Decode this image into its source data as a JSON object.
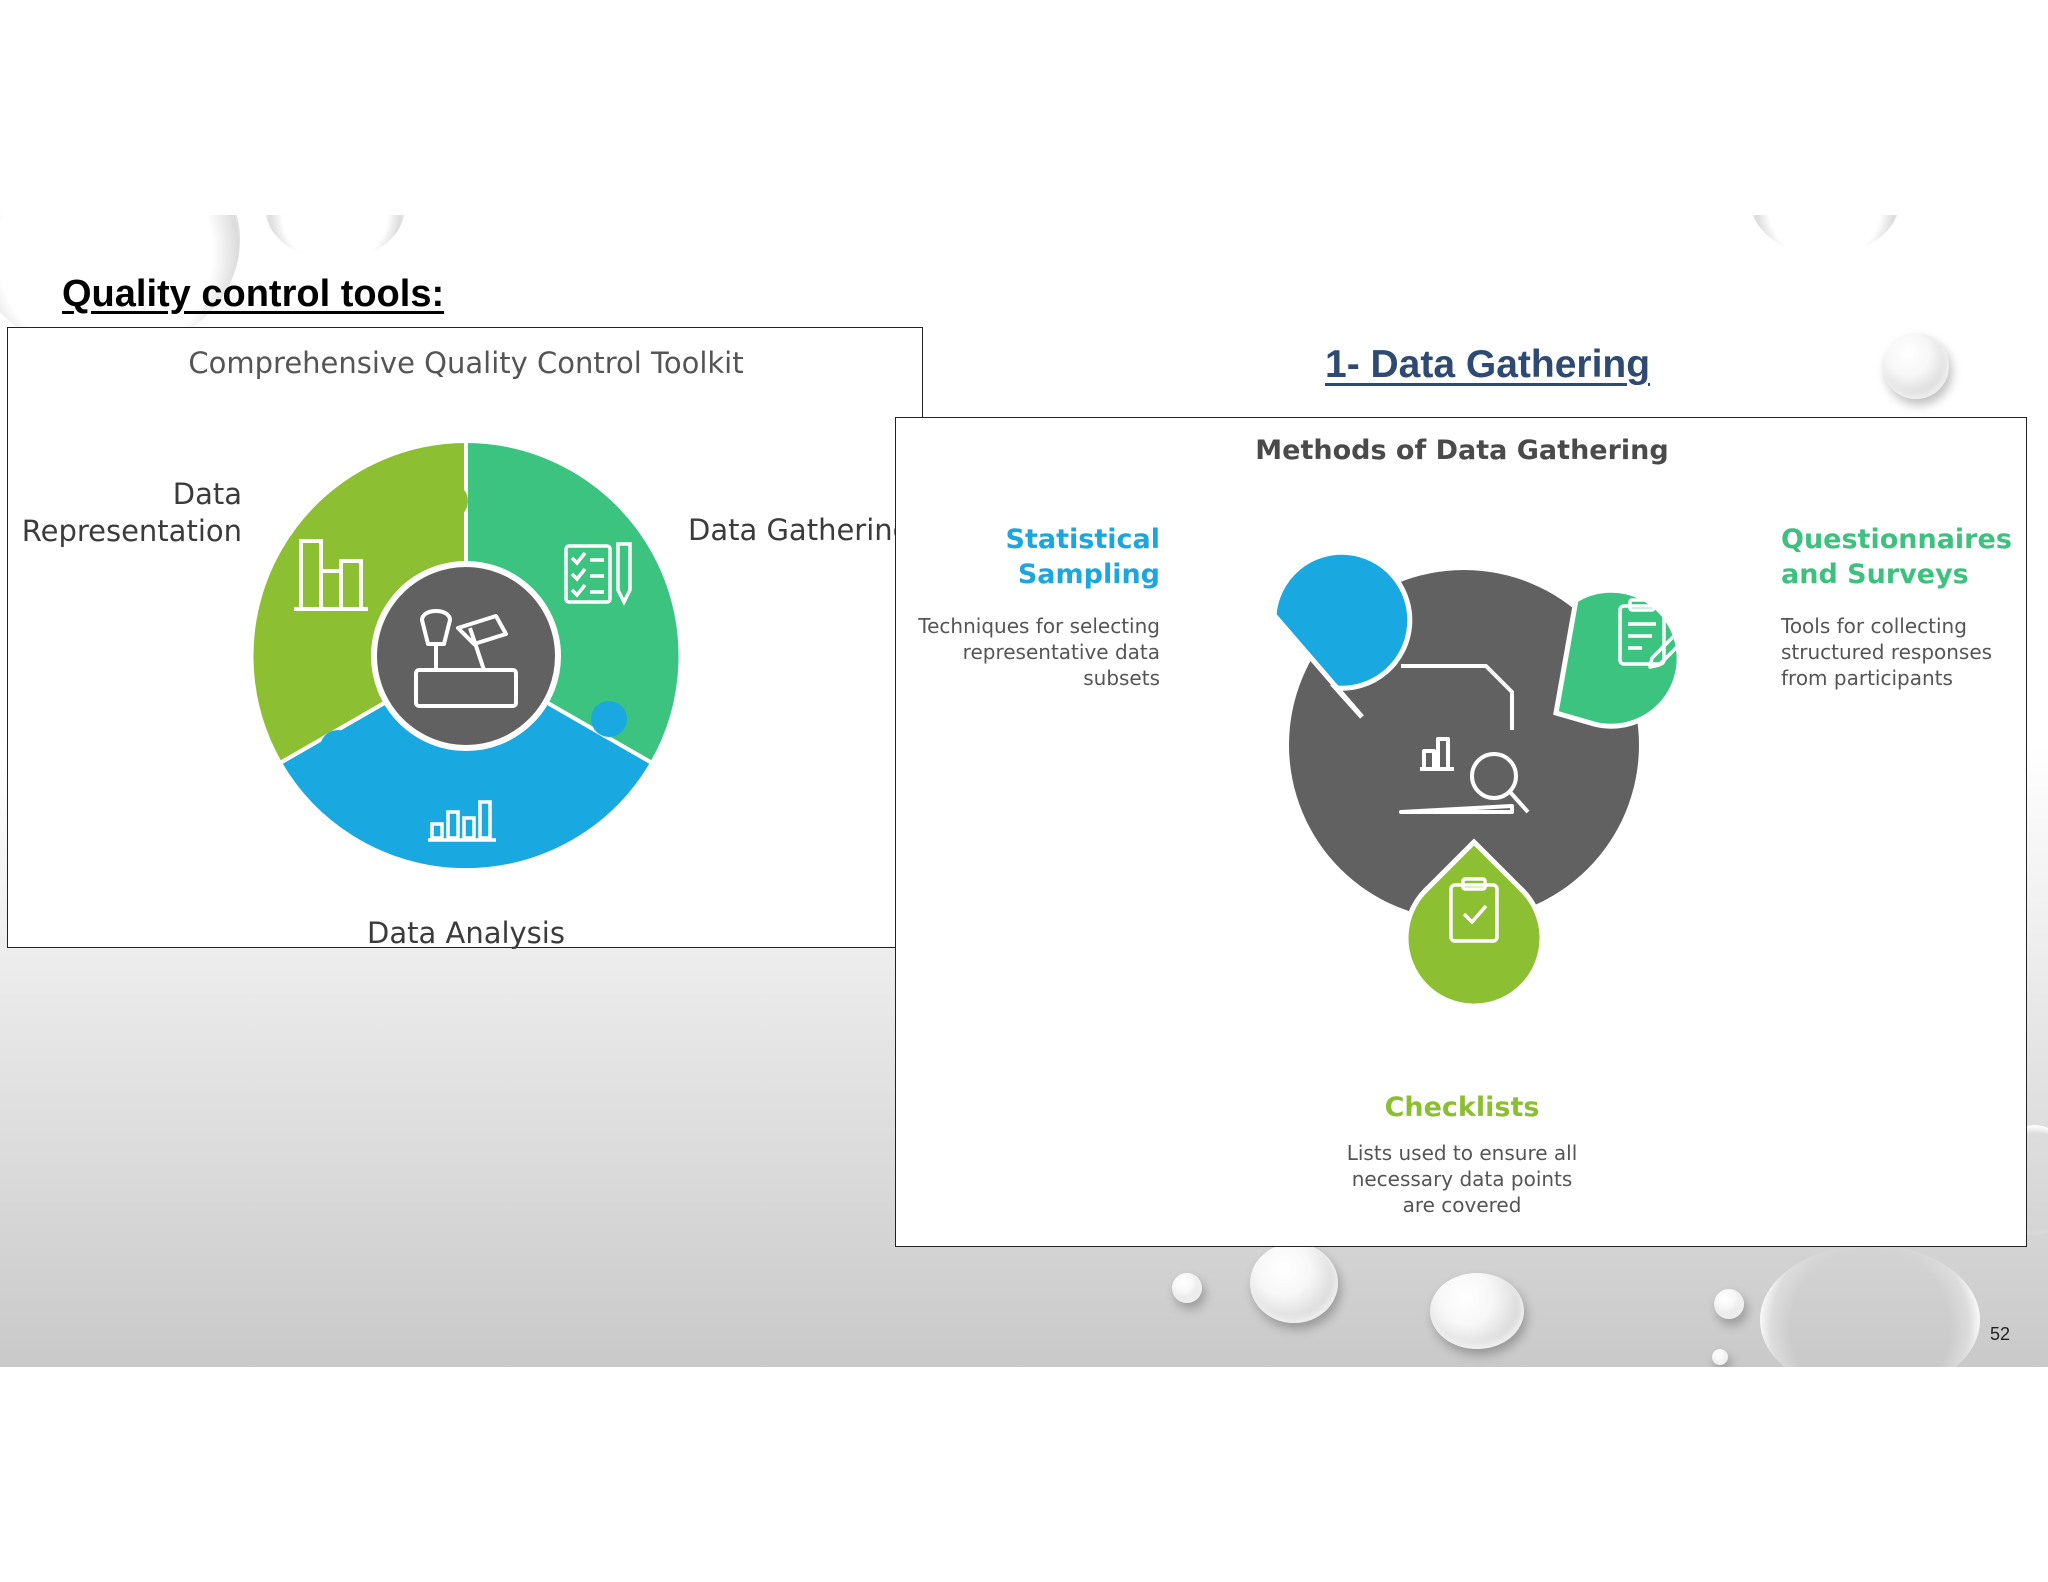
{
  "slide": {
    "title": "Quality control tools:",
    "section_heading": "1- Data Gathering",
    "page_number": "52"
  },
  "toolkit": {
    "title": "Comprehensive Quality Control Toolkit",
    "segments": [
      {
        "label_line1": "Data",
        "label_line2": "Representation",
        "color": "#8dbf32",
        "icon": "bar-chart-icon"
      },
      {
        "label": "Data Gathering",
        "color": "#3cc37f",
        "icon": "checklist-pen-icon"
      },
      {
        "label": "Data Analysis",
        "color": "#1aa8e0",
        "icon": "analysis-bars-icon"
      }
    ],
    "center": {
      "color": "#616161",
      "icon": "tools-icon"
    }
  },
  "methods": {
    "title": "Methods of Data Gathering",
    "center": {
      "color": "#616161",
      "icon": "document-search-icon"
    },
    "items": [
      {
        "title_line1": "Statistical",
        "title_line2": "Sampling",
        "desc_line1": "Techniques for selecting",
        "desc_line2": "representative data",
        "desc_line3": "subsets",
        "color": "#1aa8e0",
        "icon": "sampling-icon"
      },
      {
        "title_line1": "Questionnaires",
        "title_line2": "and Surveys",
        "desc_line1": "Tools for collecting",
        "desc_line2": "structured responses",
        "desc_line3": "from participants",
        "color": "#3cc37f",
        "icon": "clipboard-pen-icon"
      },
      {
        "title": "Checklists",
        "desc_line1": "Lists used to ensure all",
        "desc_line2": "necessary data points",
        "desc_line3": "are covered",
        "color": "#8dbf32",
        "icon": "checklist-icon"
      }
    ]
  }
}
